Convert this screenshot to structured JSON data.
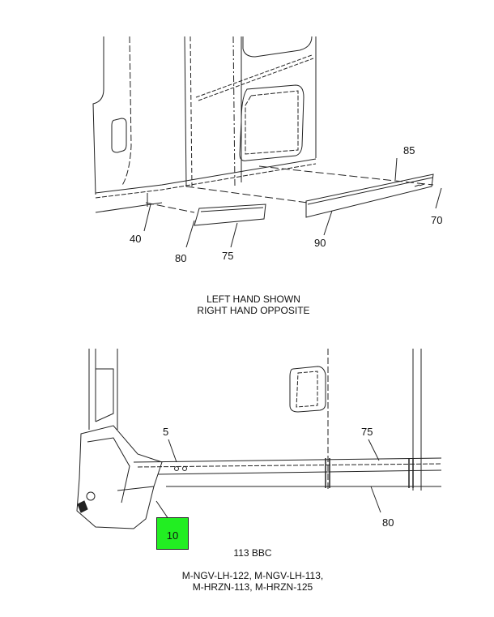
{
  "top_diagram": {
    "callouts": [
      "85",
      "70",
      "40",
      "90",
      "80",
      "75"
    ],
    "caption_line1": "LEFT HAND SHOWN",
    "caption_line2": "RIGHT HAND OPPOSITE"
  },
  "bottom_diagram": {
    "callouts": [
      "5",
      "75",
      "80"
    ],
    "highlighted_callout": "10",
    "highlight_color": "#22ee22",
    "model_label": "113 BBC",
    "models_line1": "M-NGV-LH-122, M-NGV-LH-113,",
    "models_line2": "M-HRZN-113, M-HRZN-125"
  }
}
